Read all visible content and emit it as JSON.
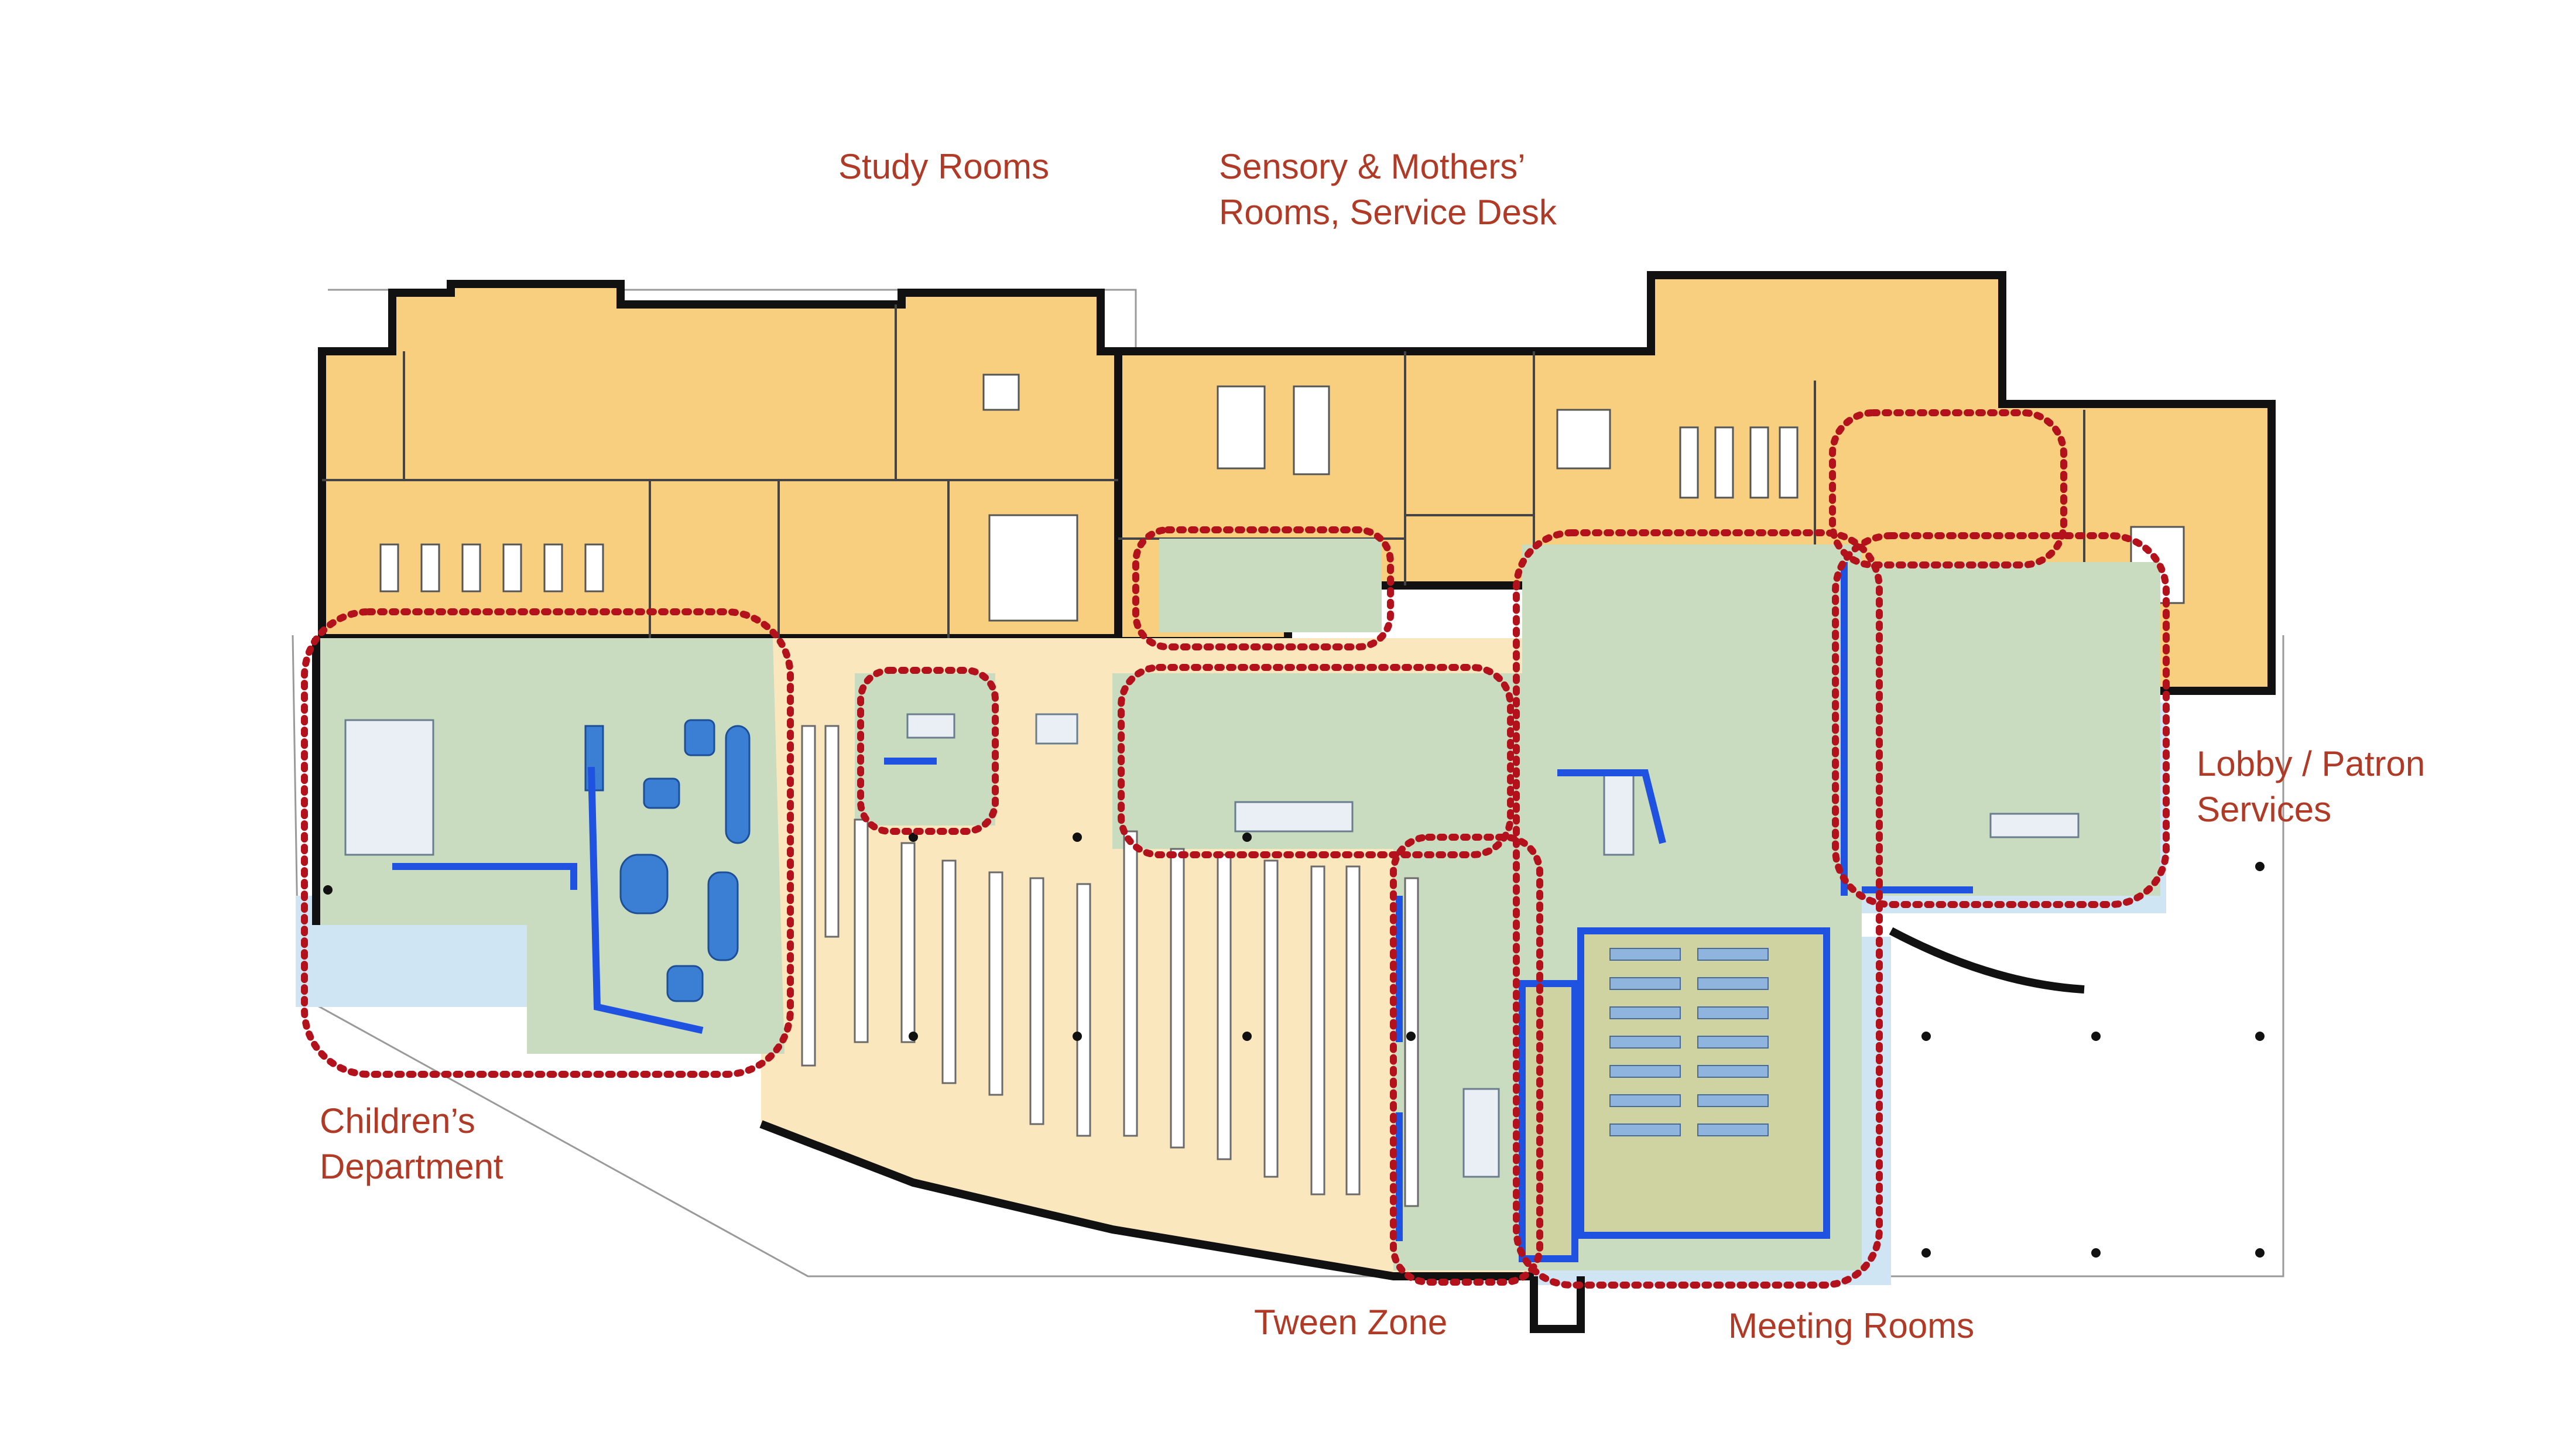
{
  "colors": {
    "background": "#ffffff",
    "staff_area": "#f8cf7e",
    "public_floor": "#fbe7bd",
    "zone_fill": "#c9dcc0",
    "light_blue": "#cfe5f3",
    "furniture_blue": "#3a7fd4",
    "glass_wall": "#1f52e0",
    "wall": "#111111",
    "dotted_outline": "#b3121c",
    "label": "#b03a26"
  },
  "labels": {
    "study_rooms": "Study Rooms",
    "sensory_rooms": "Sensory & Mothers’\nRooms, Service Desk",
    "lobby": "Lobby / Patron\nServices",
    "childrens": "Children’s\nDepartment",
    "tween": "Tween Zone",
    "meeting": "Meeting Rooms"
  }
}
